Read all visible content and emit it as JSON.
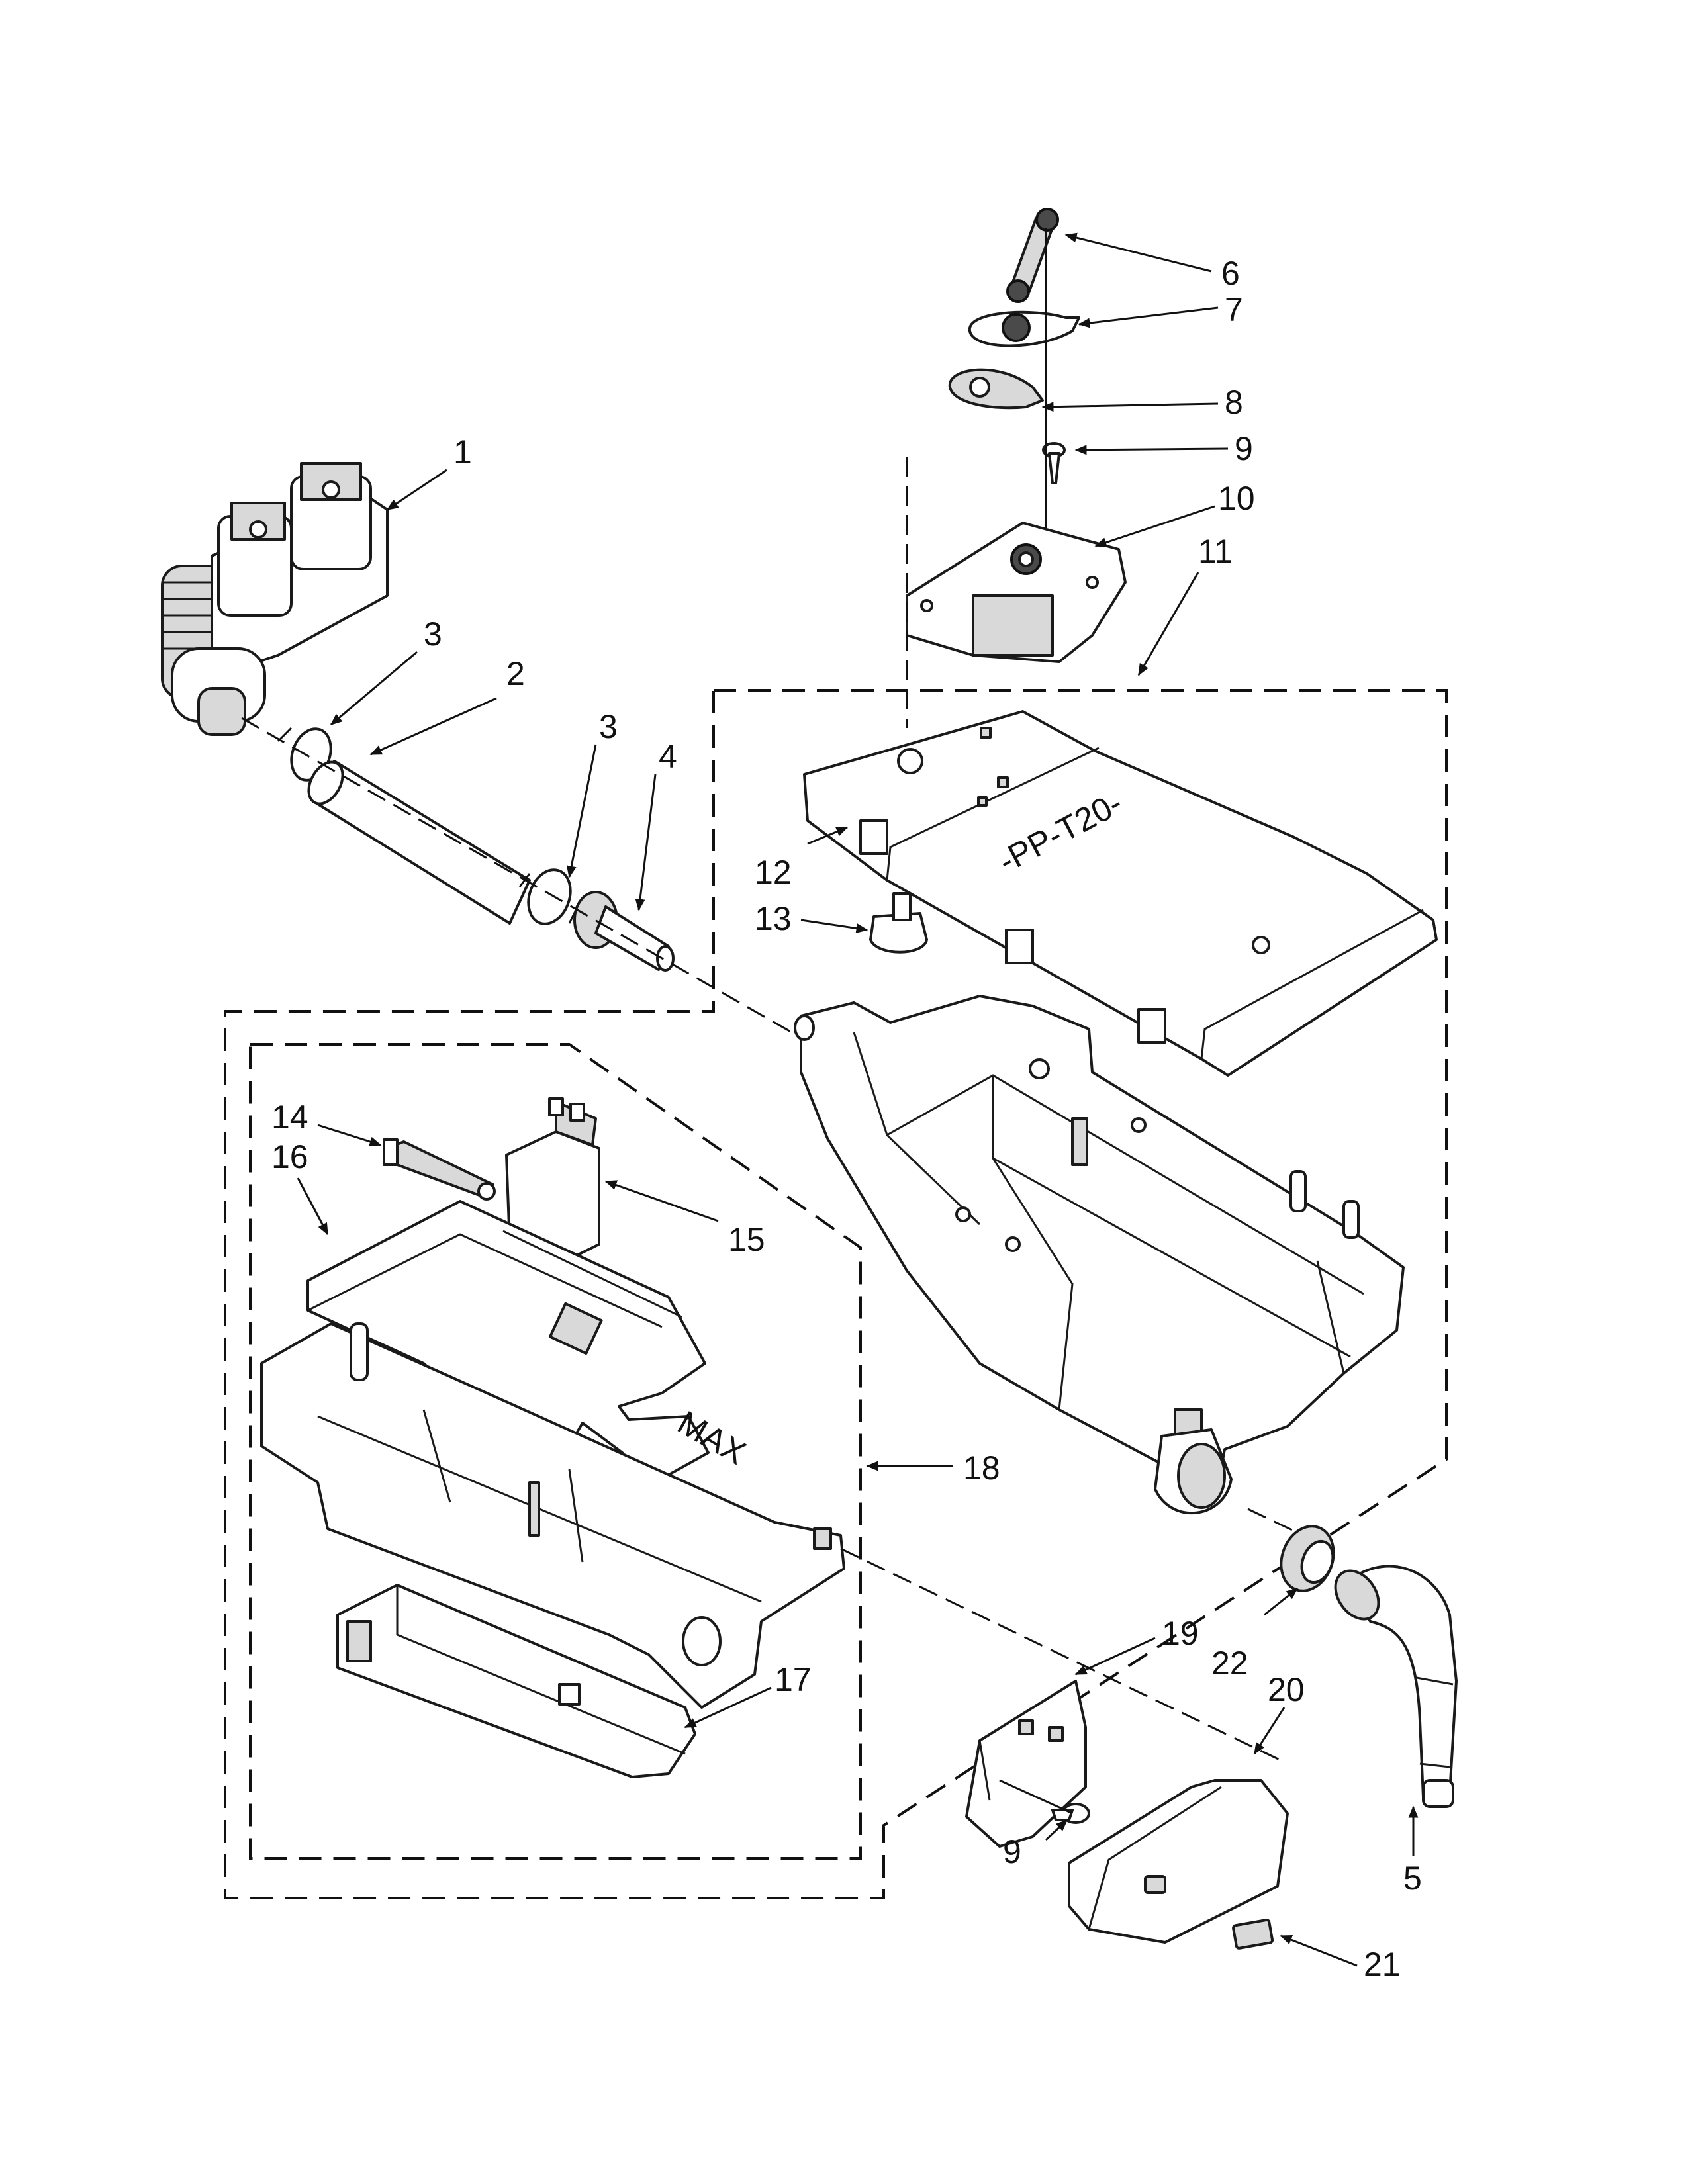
{
  "callouts": [
    {
      "id": "c1",
      "label": "1"
    },
    {
      "id": "c2",
      "label": "2"
    },
    {
      "id": "c3a",
      "label": "3"
    },
    {
      "id": "c3b",
      "label": "3"
    },
    {
      "id": "c4",
      "label": "4"
    },
    {
      "id": "c5",
      "label": "5"
    },
    {
      "id": "c6",
      "label": "6"
    },
    {
      "id": "c7",
      "label": "7"
    },
    {
      "id": "c8",
      "label": "8"
    },
    {
      "id": "c9a",
      "label": "9"
    },
    {
      "id": "c9b",
      "label": "9"
    },
    {
      "id": "c10",
      "label": "10"
    },
    {
      "id": "c11",
      "label": "11"
    },
    {
      "id": "c12",
      "label": "12"
    },
    {
      "id": "c13",
      "label": "13"
    },
    {
      "id": "c14",
      "label": "14"
    },
    {
      "id": "c15",
      "label": "15"
    },
    {
      "id": "c16",
      "label": "16"
    },
    {
      "id": "c17",
      "label": "17"
    },
    {
      "id": "c18",
      "label": "18"
    },
    {
      "id": "c19",
      "label": "19"
    },
    {
      "id": "c20",
      "label": "20"
    },
    {
      "id": "c21",
      "label": "21"
    },
    {
      "id": "c22",
      "label": "22"
    }
  ],
  "part_markings": {
    "lid_label_1": "-PP-T20-",
    "lid_label_2": "MAX"
  }
}
